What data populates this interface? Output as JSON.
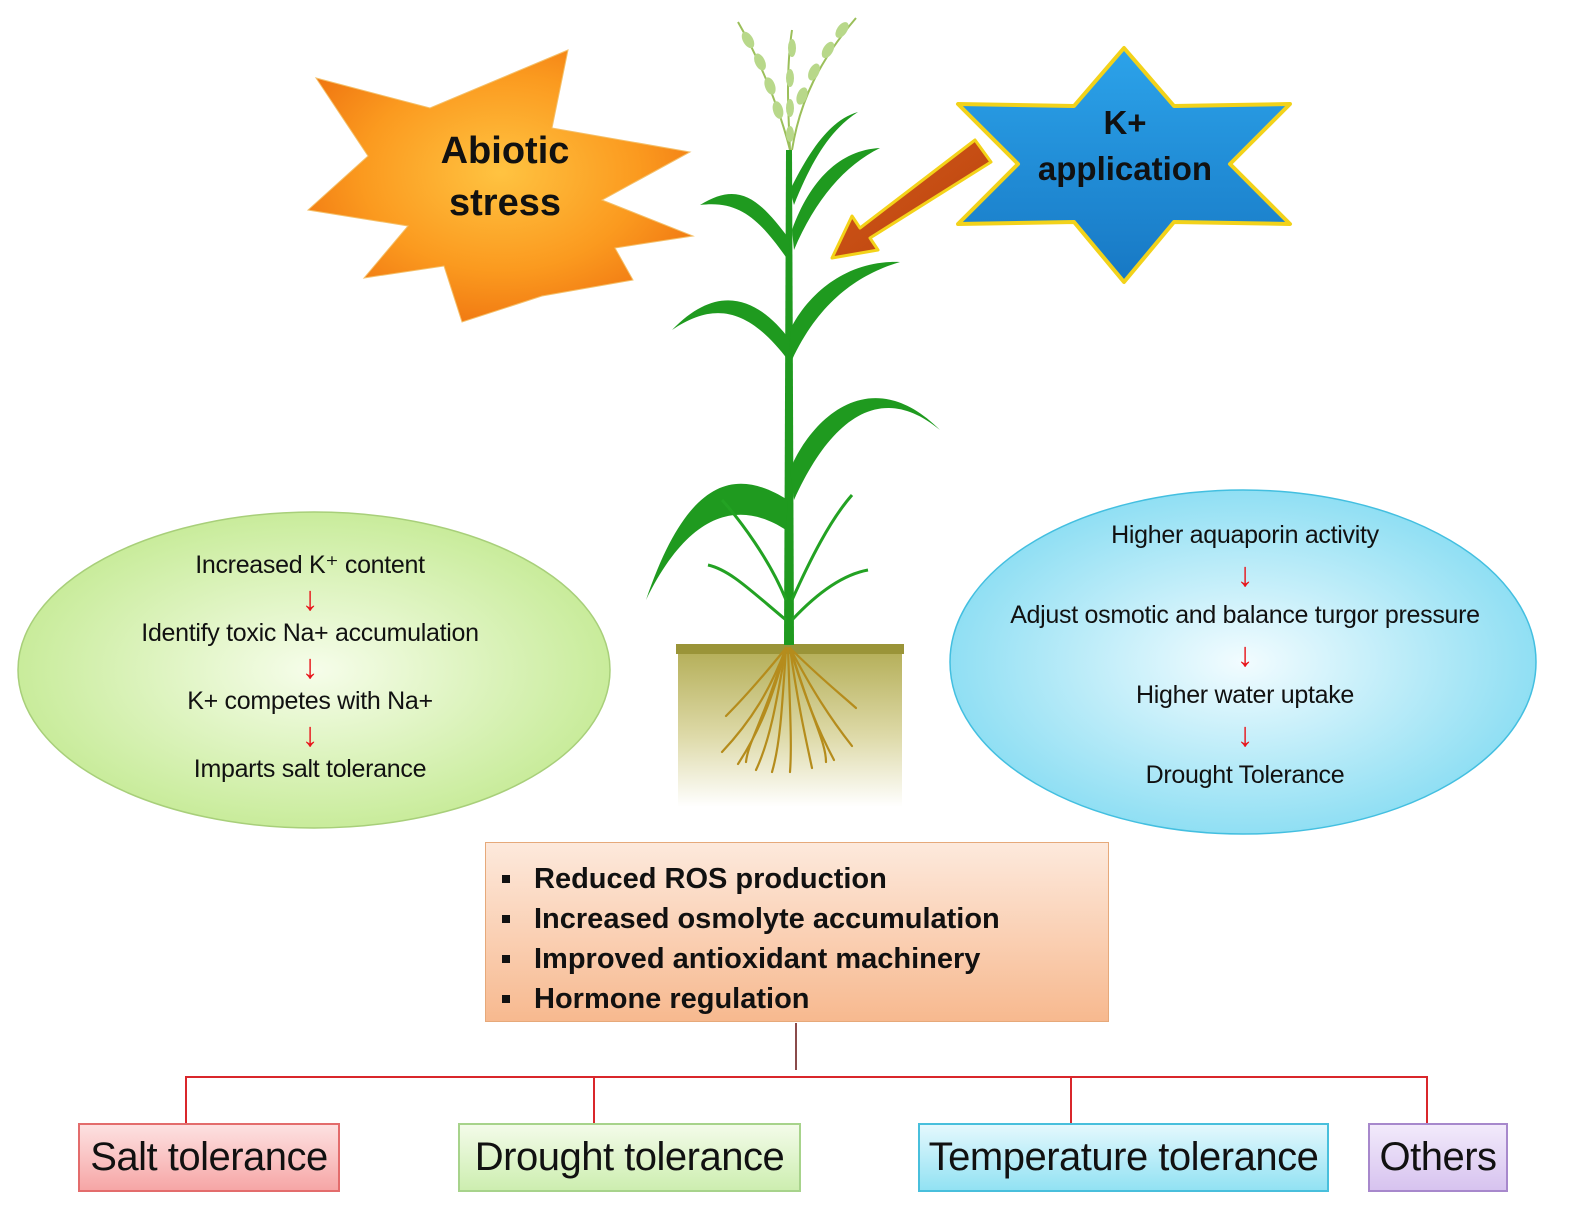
{
  "stress_burst": {
    "line1": "Abiotic",
    "line2": "stress",
    "colors": {
      "fill_light": "#fdae2a",
      "fill_dark": "#f07a12"
    }
  },
  "k_star": {
    "line1": "K+",
    "line2": "application",
    "colors": {
      "fill": "#1f8fd8",
      "border": "#f2d21a"
    }
  },
  "plant": {
    "icon": "plant-icon",
    "colors": {
      "leaf": "#1f9a1f",
      "soil": "#b9b35a",
      "roots": "#b58c1c"
    }
  },
  "salt_pathway": {
    "steps": [
      "Increased K⁺  content",
      "Identify toxic Na+ accumulation",
      "K+ competes with Na+",
      "Imparts salt tolerance"
    ],
    "colors": {
      "fill": "#d4f1a8",
      "border": "#9bc96a"
    }
  },
  "drought_pathway": {
    "steps": [
      "Higher aquaporin activity",
      "Adjust osmotic and balance turgor pressure",
      "Higher water uptake",
      "Drought Tolerance"
    ],
    "colors": {
      "fill": "#a9e8f6",
      "border": "#3bbde0"
    }
  },
  "arrow_glyph": "↓",
  "effects": {
    "items": [
      "Reduced ROS production",
      "Increased osmolyte accumulation",
      "Improved antioxidant machinery",
      "Hormone regulation"
    ]
  },
  "outcomes": {
    "salt": "Salt tolerance",
    "drought": "Drought tolerance",
    "temperature": "Temperature tolerance",
    "others": "Others"
  },
  "colors": {
    "connector": "#d9262b",
    "trunk": "#8a4b4b",
    "arrow_red": "#e8151b"
  }
}
